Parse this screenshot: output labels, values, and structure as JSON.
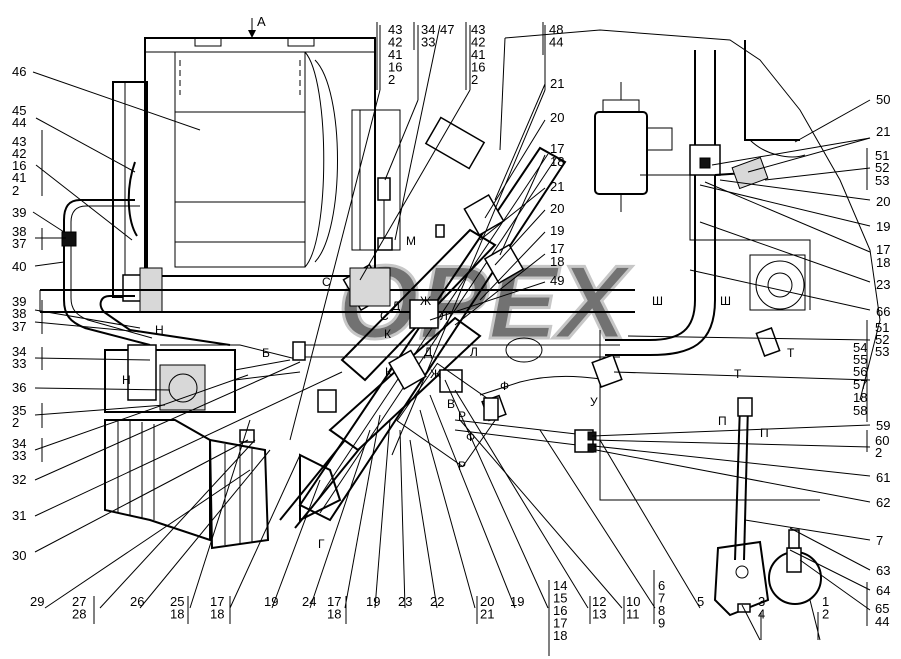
{
  "watermark": "OPEX",
  "view_marker": "A",
  "top_stacks": [
    [
      "43",
      "42",
      "41",
      "16",
      "2"
    ],
    [
      "34",
      "33"
    ],
    [
      "47"
    ],
    [
      "43",
      "42",
      "41",
      "16",
      "2"
    ],
    [
      "48",
      "44"
    ]
  ],
  "left_labels": [
    "46",
    "45",
    "44",
    "43",
    "42",
    "16",
    "41",
    "2",
    "39",
    "38",
    "37",
    "40",
    "39",
    "38",
    "37",
    "34",
    "33",
    "36",
    "35",
    "2",
    "34",
    "33",
    "32",
    "31",
    "30"
  ],
  "right_labels": [
    "50",
    "21",
    "51",
    "52",
    "53",
    "20",
    "19",
    "17",
    "18",
    "23",
    "66",
    "51",
    "52",
    "53",
    "54",
    "55",
    "56",
    "57",
    "18",
    "58",
    "59",
    "60",
    "2",
    "61",
    "62",
    "7",
    "63",
    "64",
    "65",
    "44"
  ],
  "center_labels": [
    "21",
    "20",
    "17",
    "18",
    "21",
    "20",
    "19",
    "17",
    "18",
    "49"
  ],
  "bottom_labels": [
    [
      "29"
    ],
    [
      "27",
      "28"
    ],
    [
      "26"
    ],
    [
      "25",
      "18"
    ],
    [
      "17",
      "18"
    ],
    [
      "19"
    ],
    [
      "24"
    ],
    [
      "17",
      "18"
    ],
    [
      "19"
    ],
    [
      "23"
    ],
    [
      "22"
    ],
    [
      "20",
      "21"
    ],
    [
      "19"
    ],
    [
      "14",
      "15",
      "16",
      "17",
      "18"
    ],
    [
      "12",
      "13"
    ],
    [
      "10",
      "11"
    ],
    [
      "6",
      "7",
      "8",
      "9"
    ],
    [
      "5"
    ],
    [
      "3",
      "4"
    ],
    [
      "1",
      "2"
    ]
  ],
  "section_markers": [
    "М",
    "С",
    "Д",
    "Ж",
    "С",
    "К",
    "Л",
    "Н",
    "Д",
    "Л",
    "Ш",
    "Ш",
    "Б",
    "Н",
    "К",
    "Ж",
    "Ф",
    "Т",
    "Т",
    "У",
    "В",
    "Р",
    "Ф",
    "П",
    "П",
    "Р",
    "Г"
  ]
}
